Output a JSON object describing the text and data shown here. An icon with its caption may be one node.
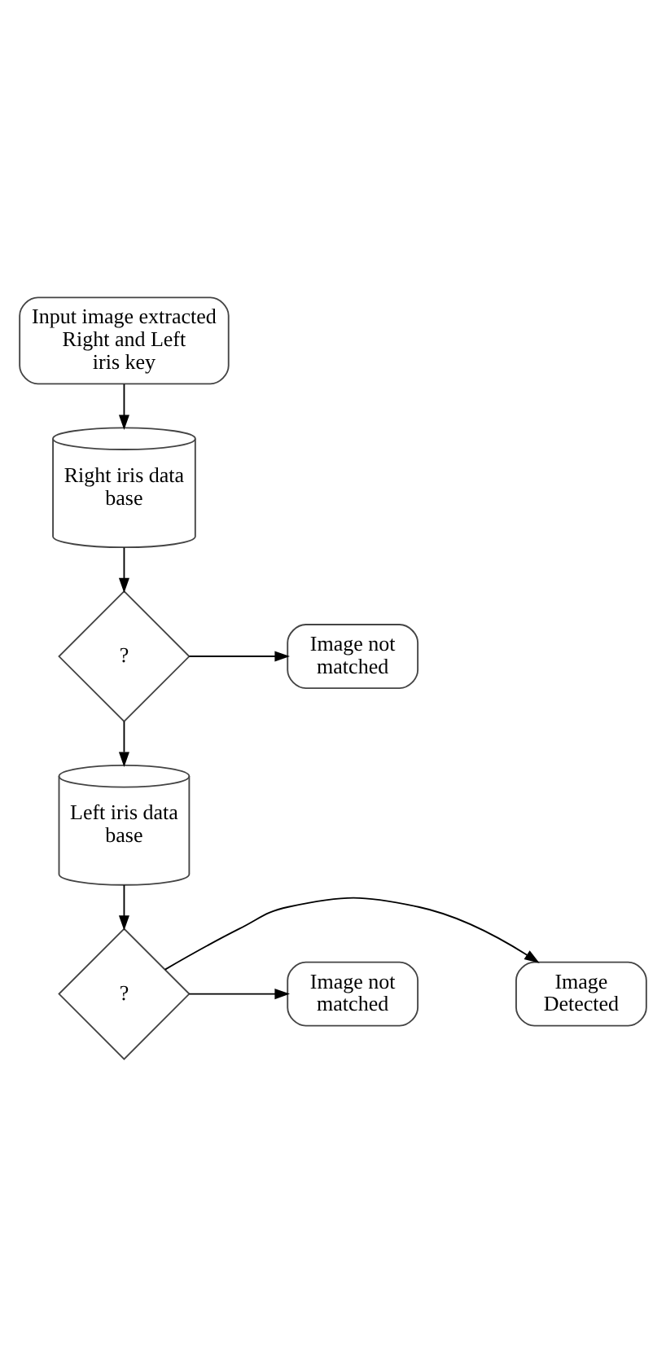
{
  "diagram": {
    "nodes": [
      {
        "text": [
          "Input image extracted Right and Left iris key"
        ]
      },
      {
        "text": [
          "Right iris data base"
        ]
      },
      {
        "text": [
          "?"
        ]
      },
      {
        "text": [
          "Image not matched"
        ]
      },
      {
        "text": [
          "Left iris data base"
        ]
      },
      {
        "text": [
          "?"
        ]
      },
      {
        "text": [
          "Image not matched"
        ]
      },
      {
        "text": [
          "Image Detected"
        ]
      }
    ],
    "edges": [
      {
        "from": 0,
        "to": 1,
        "arrow": "to"
      },
      {
        "from": 1,
        "to": 2,
        "arrow": "to"
      },
      {
        "from": 2,
        "to": 3,
        "arrow": "to"
      },
      {
        "from": 2,
        "to": 4,
        "arrow": "to"
      },
      {
        "from": 4,
        "to": 5,
        "arrow": "to"
      },
      {
        "from": 5,
        "to": 6,
        "arrow": "to"
      },
      {
        "from": 5,
        "to": 7,
        "arrow": "to"
      }
    ]
  }
}
